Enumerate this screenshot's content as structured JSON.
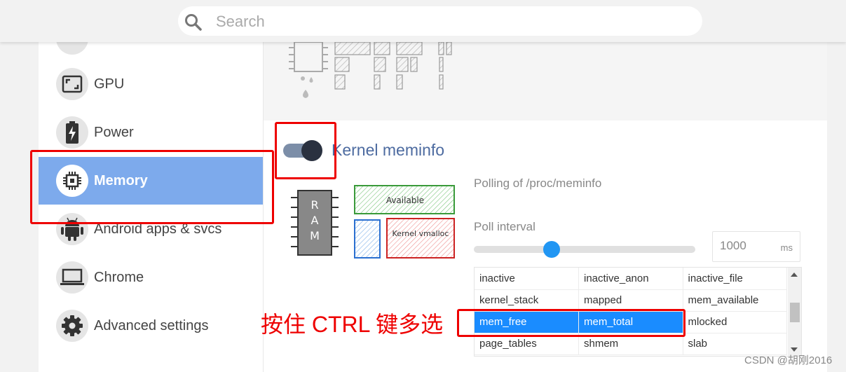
{
  "search": {
    "placeholder": "Search"
  },
  "sidebar": {
    "items": [
      {
        "label": "GPU",
        "icon": "gpu-icon"
      },
      {
        "label": "Power",
        "icon": "battery-icon"
      },
      {
        "label": "Memory",
        "icon": "memory-chip-icon",
        "active": true
      },
      {
        "label": "Android apps & svcs",
        "icon": "android-icon"
      },
      {
        "label": "Chrome",
        "icon": "laptop-icon"
      },
      {
        "label": "Advanced settings",
        "icon": "gear-icon"
      }
    ]
  },
  "probe": {
    "title": "Kernel meminfo",
    "description": "Polling of /proc/meminfo",
    "enabled": true,
    "illustration": {
      "chip_label": "RAM",
      "box_labels": [
        "Available",
        "Kernel vmalloc"
      ]
    },
    "poll_interval": {
      "label": "Poll interval",
      "value": "1000",
      "unit": "ms",
      "slider_fraction": 0.34
    },
    "counters": [
      [
        "inactive",
        "inactive_anon",
        "inactive_file"
      ],
      [
        "kernel_stack",
        "mapped",
        "mem_available"
      ],
      [
        "mem_free",
        "mem_total",
        "mlocked"
      ],
      [
        "page_tables",
        "shmem",
        "slab"
      ]
    ],
    "selected": [
      "mem_free",
      "mem_total"
    ]
  },
  "annotation": {
    "text": "按住 CTRL 键多选"
  },
  "watermark": "CSDN @胡刚2016",
  "colors": {
    "accent": "#2196f3",
    "active_nav": "#7daaec",
    "annotation_red": "#e00000",
    "title_blue": "#4d6ba0"
  }
}
